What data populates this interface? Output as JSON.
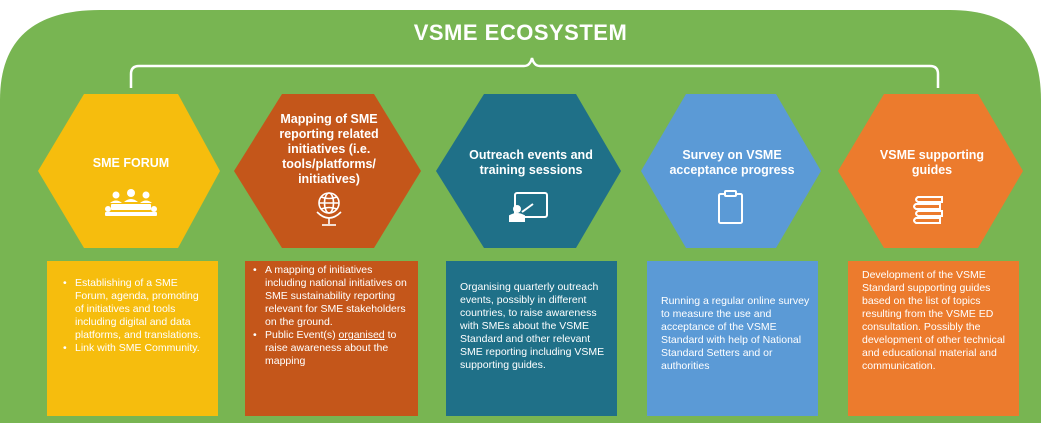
{
  "title": "VSME ECOSYSTEM",
  "colors": {
    "background_green": "#78b552",
    "yellow": "#f6bd0d",
    "rust": "#c4561a",
    "teal": "#1f7088",
    "blue": "#5b9ad6",
    "orange": "#ec7b2d"
  },
  "hexagons": [
    {
      "label": "SME FORUM",
      "icon": "people-meeting-icon"
    },
    {
      "label": "Mapping of SME reporting related initiatives (i.e. tools/platforms/ initiatives)",
      "icon": "globe-icon"
    },
    {
      "label": "Outreach events and training sessions",
      "icon": "presenter-icon"
    },
    {
      "label": "Survey on VSME acceptance progress",
      "icon": "clipboard-icon"
    },
    {
      "label": "VSME supporting guides",
      "icon": "books-icon"
    }
  ],
  "boxes": [
    {
      "bullets": [
        "Establishing of a SME Forum, agenda, promoting of initiatives and tools including digital and data platforms, and translations.",
        "Link with SME Community."
      ]
    },
    {
      "bullets": [
        "A mapping of initiatives including national initiatives on SME sustainability reporting relevant for SME stakeholders on the ground.",
        "Public Event(s) organised to raise awareness about the mapping"
      ]
    },
    {
      "text": "Organising quarterly outreach events, possibly in different countries, to raise awareness with SMEs about the VSME Standard and other relevant SME reporting including VSME supporting guides."
    },
    {
      "text": "Running a regular online survey to measure the use and acceptance of the VSME Standard with help of National Standard Setters and or authorities"
    },
    {
      "text": "Development of the VSME Standard supporting guides based on the list of topics resulting from the VSME ED consultation. Possibly the development of other technical and educational material and communication."
    }
  ]
}
